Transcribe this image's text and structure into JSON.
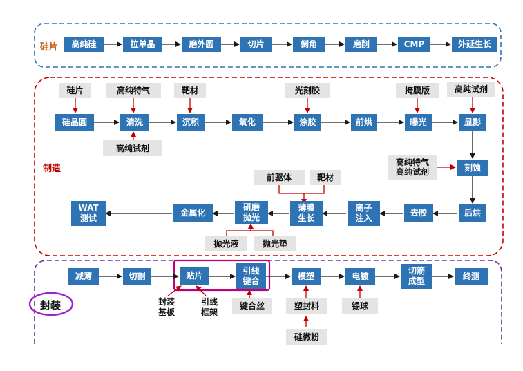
{
  "sections": {
    "wafer": {
      "label": "硅片",
      "color": "#c55a11"
    },
    "manufacturing": {
      "label": "制造",
      "color": "#c00000"
    },
    "packaging": {
      "label": "封装",
      "color": "#7030a0"
    }
  },
  "wafer_steps": [
    "高纯硅",
    "拉单晶",
    "磨外圆",
    "切片",
    "倒角",
    "磨削",
    "CMP",
    "外延生长"
  ],
  "mfg": {
    "row1": [
      "硅晶圆",
      "清洗",
      "沉积",
      "氧化",
      "涂胶",
      "前烘",
      "曝光",
      "显影"
    ],
    "etch": "刻蚀",
    "row2": [
      "后烘",
      "去胶",
      "离子\n注入",
      "薄膜\n生长",
      "研磨\n抛光",
      "金属化",
      "WAT\n测试"
    ],
    "inputs": {
      "wafer": "硅片",
      "gas": "高纯特气",
      "target": "靶材",
      "photoresist": "光刻胶",
      "mask": "掩膜版",
      "reagent_dev": "高纯试剂",
      "reagent_clean": "高纯试剂",
      "etch_gas": "高纯特气\n高纯试剂",
      "precursor": "前驱体",
      "target2": "靶材",
      "polish_liquid": "抛光液",
      "polish_pad": "抛光垫"
    }
  },
  "pkg": {
    "steps": [
      "减薄",
      "切割",
      "贴片",
      "引线\n键合",
      "模塑",
      "电镀",
      "切筋\n成型",
      "终测"
    ],
    "inputs": {
      "substrate": "封装\n基板",
      "frame": "引线\n框架",
      "bond_wire": "键合丝",
      "mold": "塑封料",
      "tin": "锡球",
      "silica": "硅微粉"
    }
  },
  "colors": {
    "box": "#2e74b5",
    "arrow_dark": "#1a1a1a",
    "arrow_red": "#c00000",
    "highlight": "#c0007a"
  }
}
